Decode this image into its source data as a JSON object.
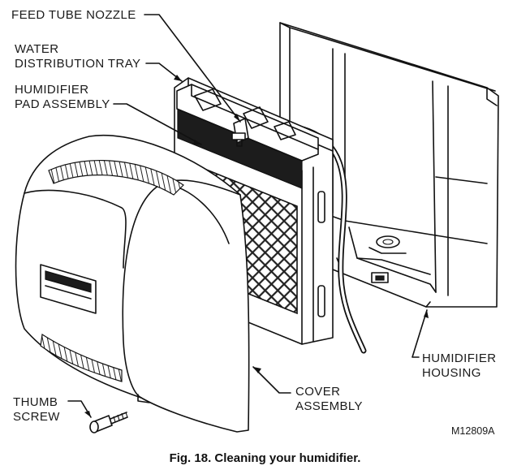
{
  "labels": {
    "feed_tube_nozzle": "FEED TUBE NOZZLE",
    "water_distribution_tray_line1": "WATER",
    "water_distribution_tray_line2": "DISTRIBUTION TRAY",
    "humidifier_pad_assembly_line1": "HUMIDIFIER",
    "humidifier_pad_assembly_line2": "PAD ASSEMBLY",
    "humidifier_housing_line1": "HUMIDIFIER",
    "humidifier_housing_line2": "HOUSING",
    "cover_assembly_line1": "COVER",
    "cover_assembly_line2": "ASSEMBLY",
    "thumb_screw_line1": "THUMB",
    "thumb_screw_line2": "SCREW"
  },
  "figure_code": "M12809A",
  "caption": "Fig. 18. Cleaning your humidifier."
}
